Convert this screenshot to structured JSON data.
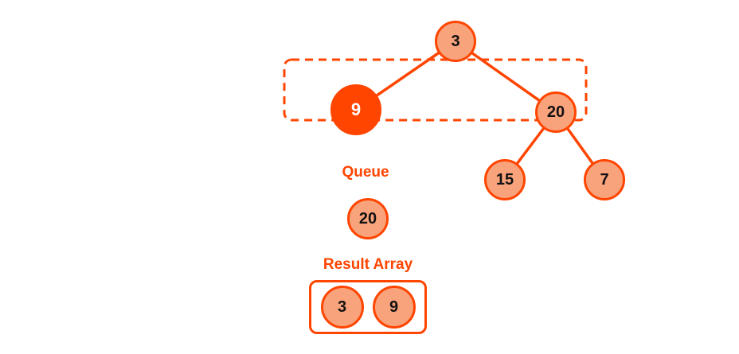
{
  "colors": {
    "accent": "#FF4500",
    "node_fill": "#F9A37C",
    "node_text": "#111111",
    "highlight_fill": "#FF4500",
    "highlight_text": "#FFFFFF",
    "background": "#FFFFFF"
  },
  "tree": {
    "nodes": [
      {
        "value": "3",
        "highlighted": false
      },
      {
        "value": "9",
        "highlighted": true
      },
      {
        "value": "20",
        "highlighted": false
      },
      {
        "value": "15",
        "highlighted": false
      },
      {
        "value": "7",
        "highlighted": false
      }
    ],
    "edges": [
      {
        "from": "3",
        "to": "9"
      },
      {
        "from": "3",
        "to": "20"
      },
      {
        "from": "20",
        "to": "15"
      },
      {
        "from": "20",
        "to": "7"
      }
    ],
    "level_highlight": {
      "contains": [
        "9",
        "20"
      ],
      "style": "dashed"
    }
  },
  "queue": {
    "label": "Queue",
    "items": [
      "20"
    ]
  },
  "result_array": {
    "label": "Result Array",
    "items": [
      "3",
      "9"
    ]
  }
}
